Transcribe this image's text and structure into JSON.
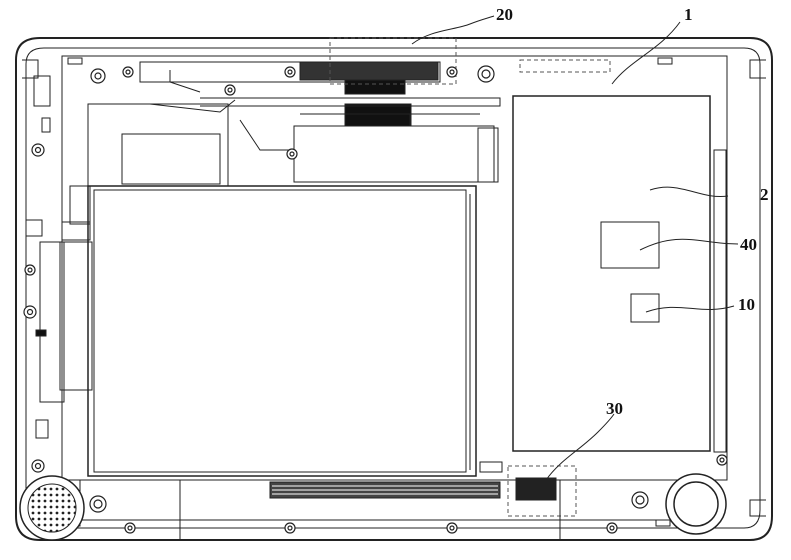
{
  "labels": {
    "device": "1",
    "region": "2",
    "module_10": "10",
    "connector_20": "20",
    "connector_30": "30",
    "module_40": "40"
  }
}
